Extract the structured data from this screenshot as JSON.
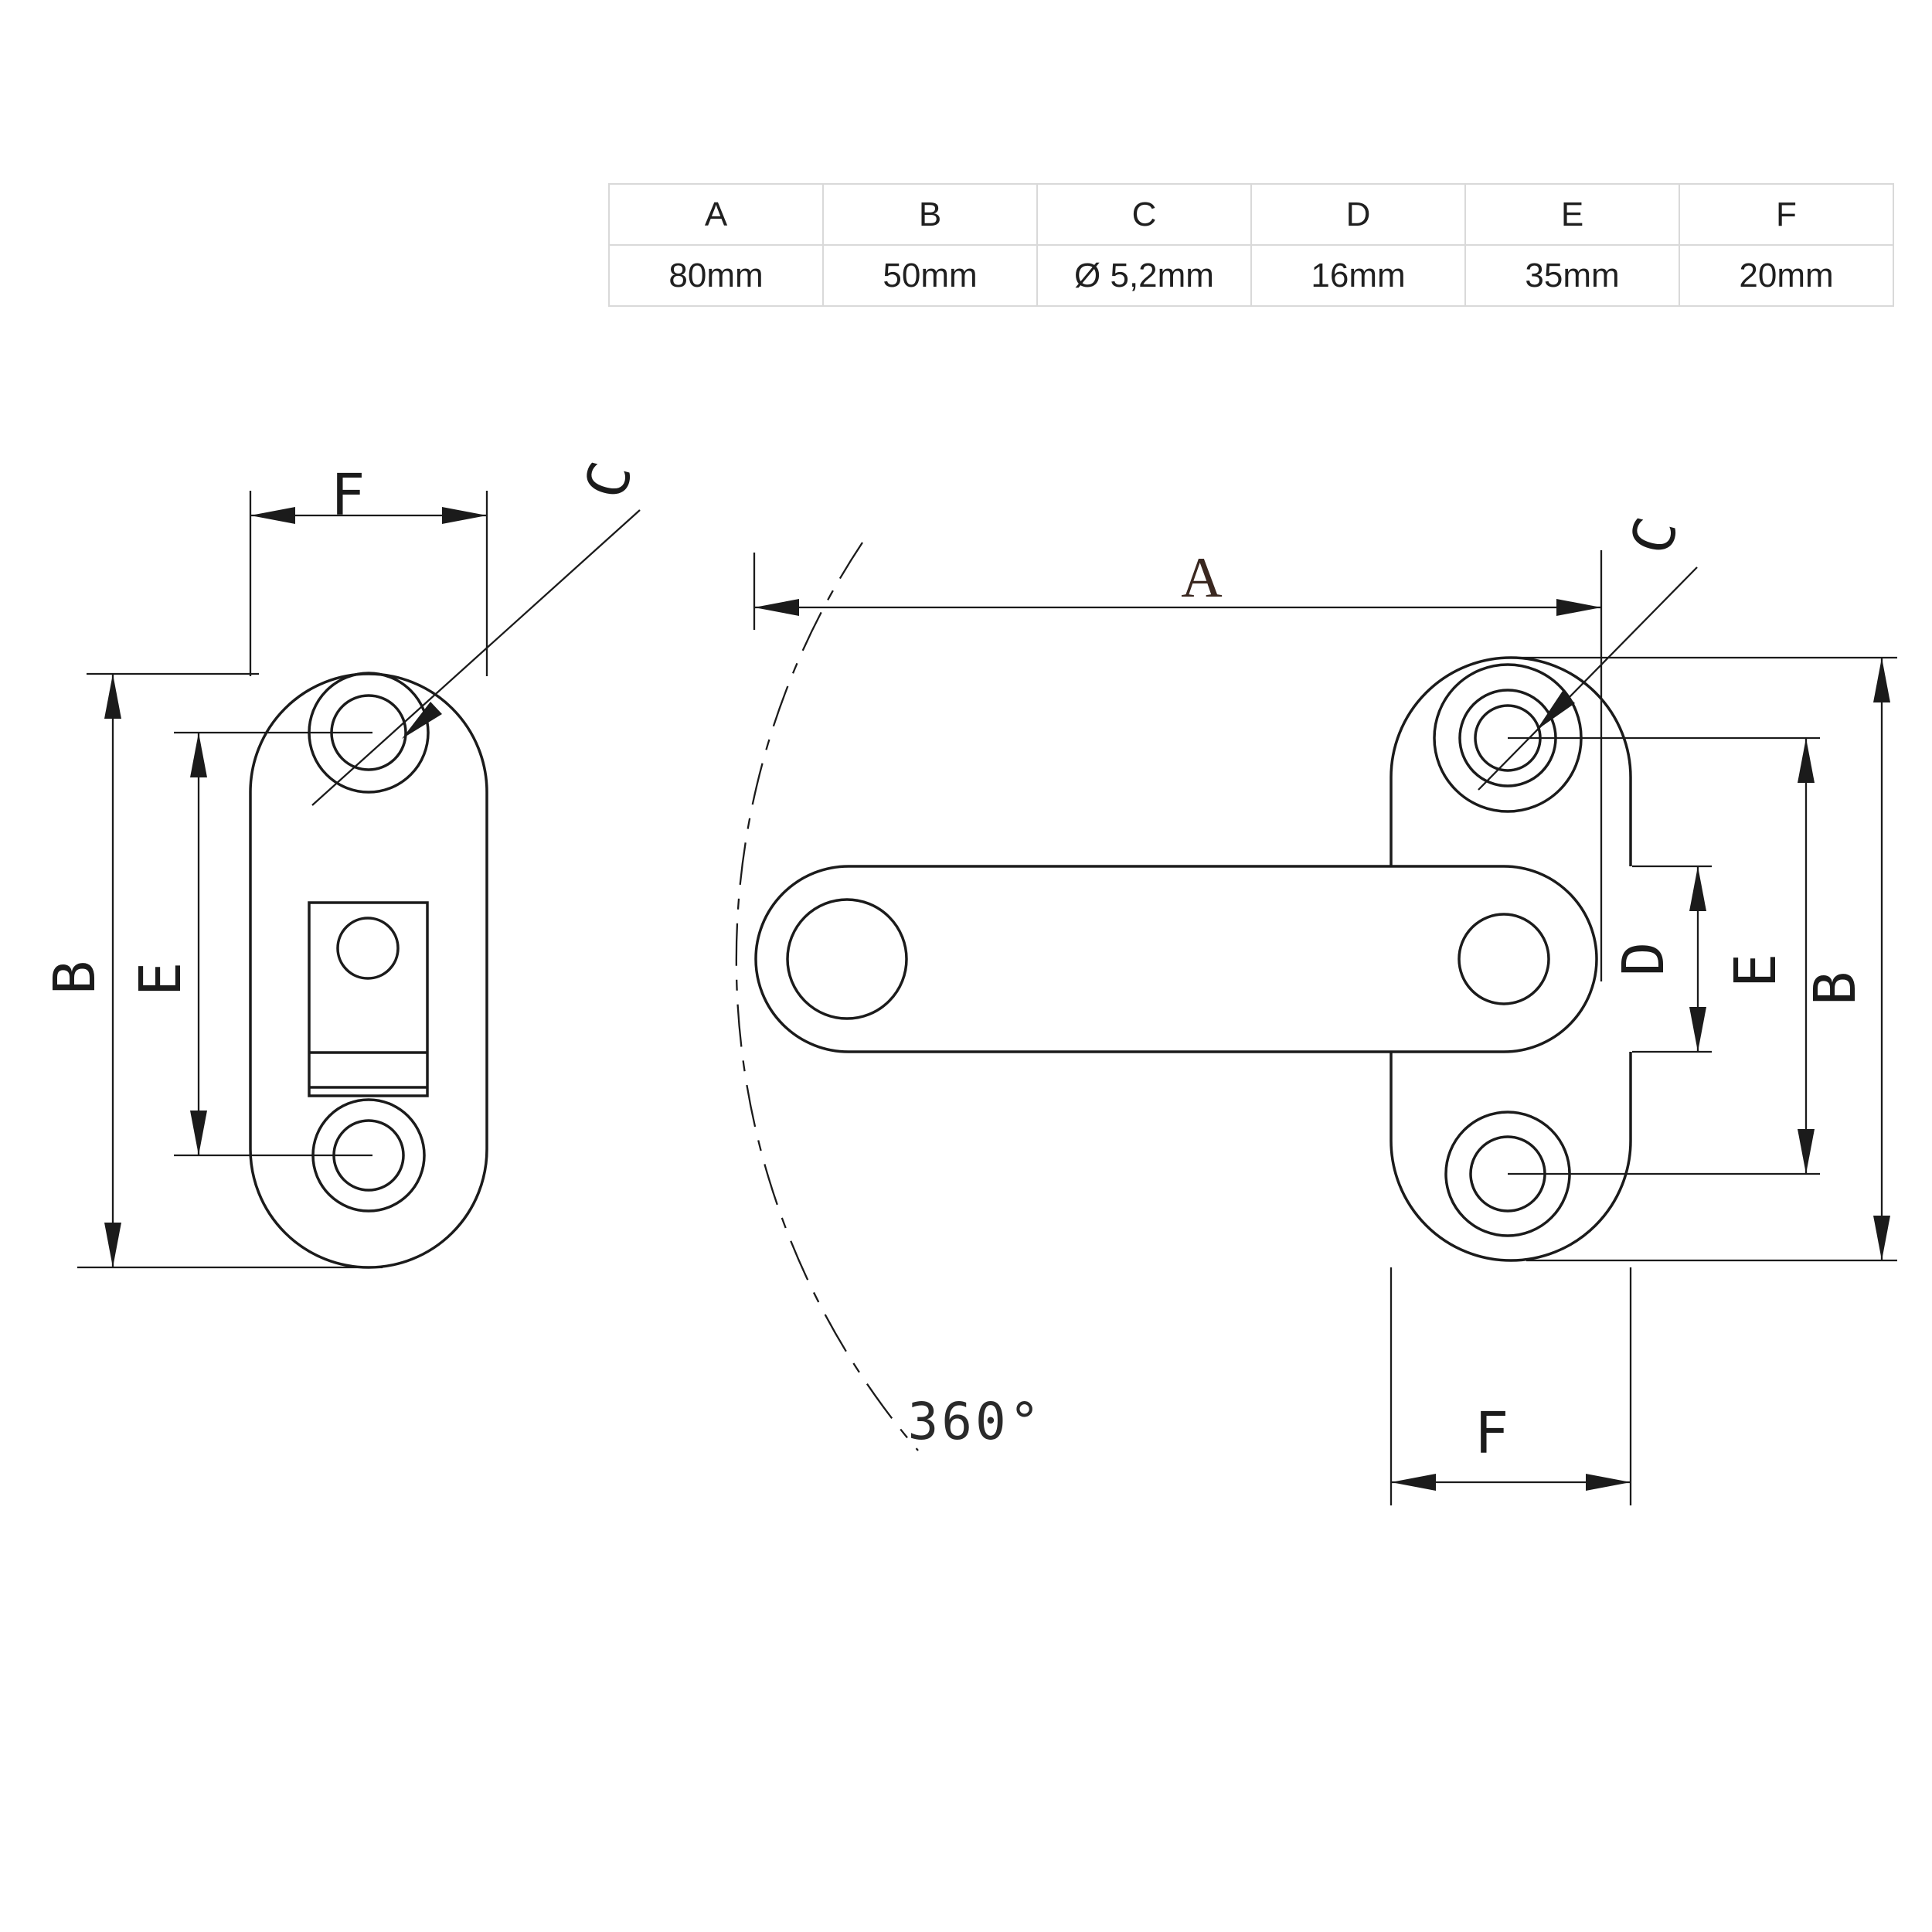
{
  "table": {
    "headers": [
      "A",
      "B",
      "C",
      "D",
      "E",
      "F"
    ],
    "values": [
      "80mm",
      "50mm",
      "Ø 5,2mm",
      "16mm",
      "35mm",
      "20mm"
    ]
  },
  "left_view": {
    "f_label": "F",
    "c_label": "C",
    "b_label": "B",
    "e_label": "E"
  },
  "right_view": {
    "a_label": "A",
    "c_label": "C",
    "d_label": "D",
    "e_label": "E",
    "b_label": "B",
    "f_label": "F",
    "rotation_label": "360°"
  },
  "colors": {
    "line": "#1b1b1b",
    "a_label_color": "#3a2820",
    "table_border": "#d9d9d9",
    "table_text": "#1f1f1f",
    "background": "#ffffff"
  }
}
